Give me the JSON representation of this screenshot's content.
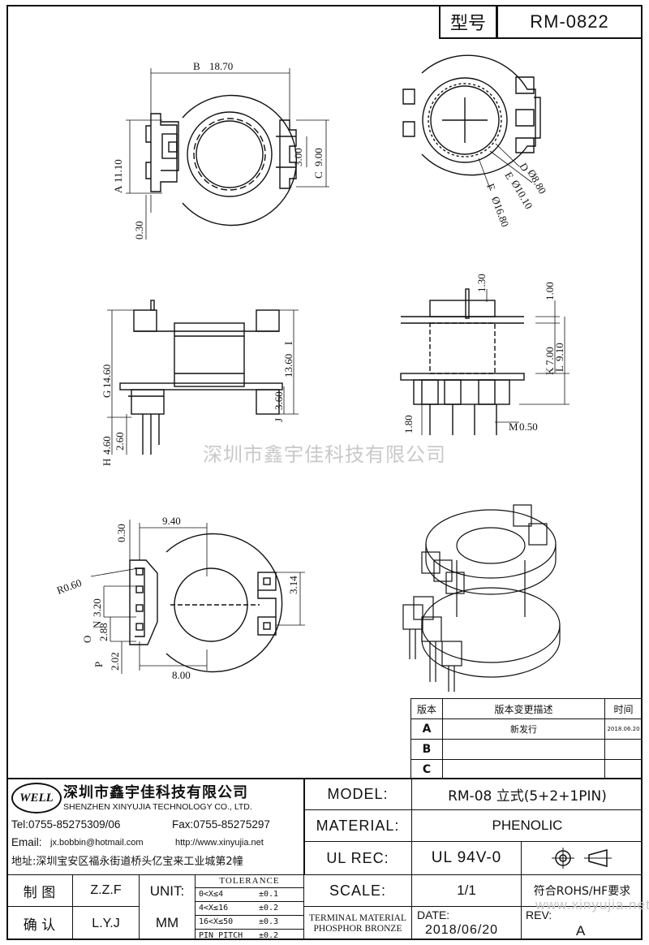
{
  "header": {
    "model_label": "型号",
    "model_code": "RM-0822"
  },
  "watermark": "深圳市鑫宇佳科技有限公司",
  "watermark_url": "www.xinyujia.net",
  "dimensions": {
    "top_left": {
      "A": "A",
      "A_val": "11.10",
      "B": "B",
      "B_val": "18.70",
      "C": "C",
      "C_val": "9.00",
      "v300": "3.00",
      "v030": "0.30"
    },
    "top_right": {
      "D": "D",
      "D_val": "Ø8.80",
      "E": "E",
      "E_val": "Ø10.10",
      "F": "F",
      "F_val": "Ø16.80"
    },
    "mid_left": {
      "G": "G",
      "G_val": "14.60",
      "H": "H",
      "H_val": "4.60",
      "I": "I",
      "I_val": "13.60",
      "J": "J",
      "J_val": "3.60",
      "v260": "2.60"
    },
    "mid_right": {
      "K": "K",
      "K_val": "7.00",
      "L": "L",
      "L_val": "9.10",
      "M": "M",
      "M_val": "0.50",
      "v130": "1.30",
      "v100": "1.00",
      "v180": "1.80"
    },
    "bottom_left": {
      "N": "N",
      "N_val": "3.20",
      "O": "O",
      "O_val": "2.88",
      "P": "P",
      "P_val": "2.02",
      "v940": "9.40",
      "v030": "0.30",
      "v314": "3.14",
      "v800": "8.00",
      "r060": "R0.60"
    }
  },
  "revisions": {
    "headers": [
      "版本",
      "版本变更描述",
      "时间"
    ],
    "rows": [
      {
        "ver": "A",
        "desc": "新发行",
        "date": "2018.06.20"
      },
      {
        "ver": "B",
        "desc": "",
        "date": ""
      },
      {
        "ver": "C",
        "desc": "",
        "date": ""
      }
    ]
  },
  "company": {
    "logo": "WELL",
    "name_cn": "深圳市鑫宇佳科技有限公司",
    "name_en": "SHENZHEN XINYUJIA TECHNOLOGY CO., LTD.",
    "tel": "Tel:0755-85275309/06",
    "fax": "Fax:0755-85275297",
    "email_label": "Email:",
    "email": "jx.bobbin@hotmail.com",
    "web": "http://www.xinyujia.net",
    "address": "地址:深圳宝安区福永街道桥头亿宝来工业城第2幢"
  },
  "titleblock": {
    "model_label": "MODEL:",
    "model_value": "RM-08 立式(5+2+1PIN)",
    "material_label": "MATERIAL:",
    "material_value": "PHENOLIC",
    "ulrec_label": "UL REC:",
    "ulrec_value": "UL 94V-0",
    "scale_label": "SCALE:",
    "scale_value": "1/1",
    "rohs": "符合ROHS/HF要求",
    "draw_label": "制 图",
    "draw_value": "Z.Z.F",
    "check_label": "确 认",
    "check_value": "L.Y.J",
    "unit_label": "UNIT:",
    "unit_value": "MM",
    "tolerance_title": "TOLERANCE",
    "tolerances": [
      {
        "range": "0<X≤4",
        "tol": "±0.1"
      },
      {
        "range": "4<X≤16",
        "tol": "±0.2"
      },
      {
        "range": "16<X≤50",
        "tol": "±0.3"
      },
      {
        "range": "PIN PITCH",
        "tol": "±0.2"
      }
    ],
    "terminal_label": "TERMINAL MATERIAL",
    "terminal_value": "PHOSPHOR BRONZE",
    "date_label": "DATE:",
    "date_value": "2018/06/20",
    "rev_label": "REV:",
    "rev_value": "A"
  }
}
